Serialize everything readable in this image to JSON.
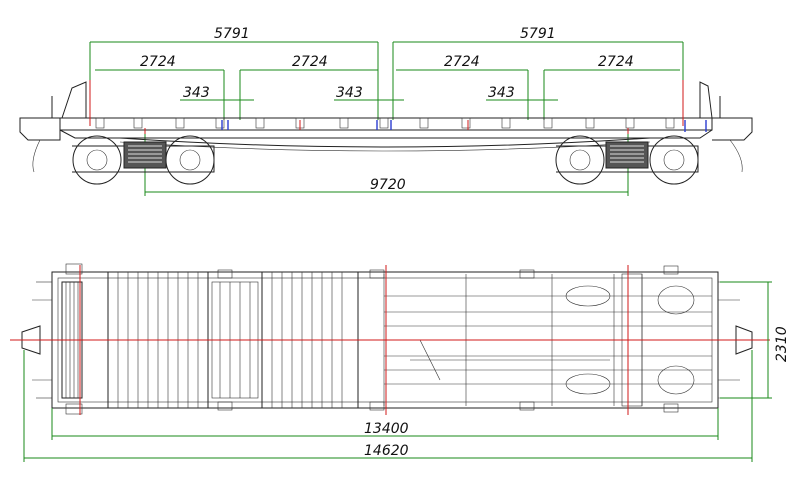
{
  "side_view": {
    "dimensions": {
      "half_span_left": "5791",
      "half_span_right": "5791",
      "seg_a": "2724",
      "seg_b": "2724",
      "seg_c": "2724",
      "seg_d": "2724",
      "offset_a": "343",
      "offset_b": "343",
      "offset_c": "343",
      "bogie_base": "9720"
    }
  },
  "plan_view": {
    "dimensions": {
      "frame_length": "13400",
      "overall_length": "14620",
      "width": "2310"
    }
  },
  "colors": {
    "dimension_lines": "#1a8a1a",
    "center_lines": "#d21818",
    "stanchions": "#2a3ccf",
    "outline": "#222222"
  }
}
